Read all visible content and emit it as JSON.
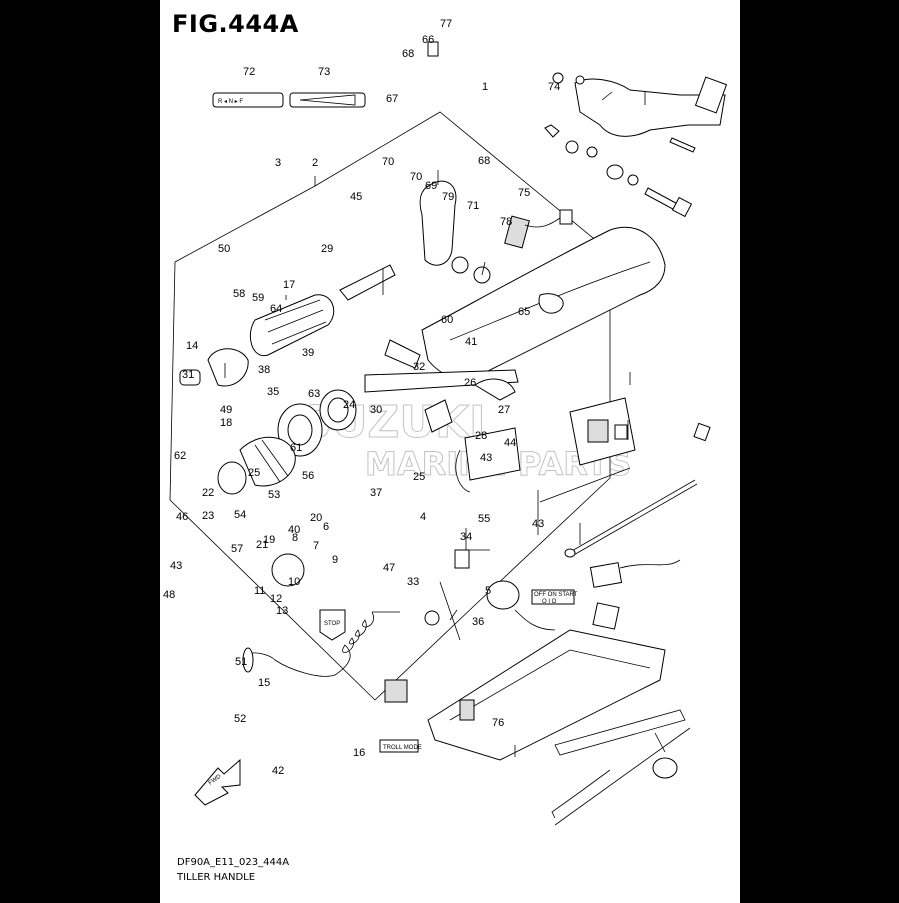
{
  "figure": {
    "title": "FIG.444A",
    "code": "DF90A_E11_023_444A",
    "caption": "TILLER HANDLE"
  },
  "watermark": {
    "line1": "SUZUKI",
    "line2": "MARINE PARTS"
  },
  "callouts": [
    "77",
    "66",
    "68",
    "67",
    "1",
    "74",
    "70",
    "70",
    "69",
    "68",
    "75",
    "79",
    "71",
    "78",
    "72",
    "73",
    "2",
    "3",
    "45",
    "29",
    "50",
    "65",
    "58",
    "59",
    "17",
    "64",
    "60",
    "41",
    "14",
    "39",
    "38",
    "49",
    "32",
    "26",
    "63",
    "31",
    "35",
    "24",
    "30",
    "27",
    "28",
    "44",
    "18",
    "62",
    "61",
    "56",
    "25",
    "25",
    "43",
    "53",
    "22",
    "37",
    "4",
    "55",
    "43",
    "54",
    "40",
    "20",
    "23",
    "46",
    "6",
    "34",
    "19",
    "21",
    "57",
    "8",
    "7",
    "9",
    "47",
    "33",
    "10",
    "43",
    "5",
    "13",
    "11",
    "12",
    "36",
    "48",
    "51",
    "15",
    "52",
    "16",
    "76",
    "42"
  ],
  "insets": {
    "shift_label": "R ◂ N ▸ F",
    "switch_label": "OFF ON START",
    "switch_symbols": "O I O",
    "troll_label": "TROLL MODE",
    "stop_label": "STOP",
    "fwd_label": "FWD"
  }
}
